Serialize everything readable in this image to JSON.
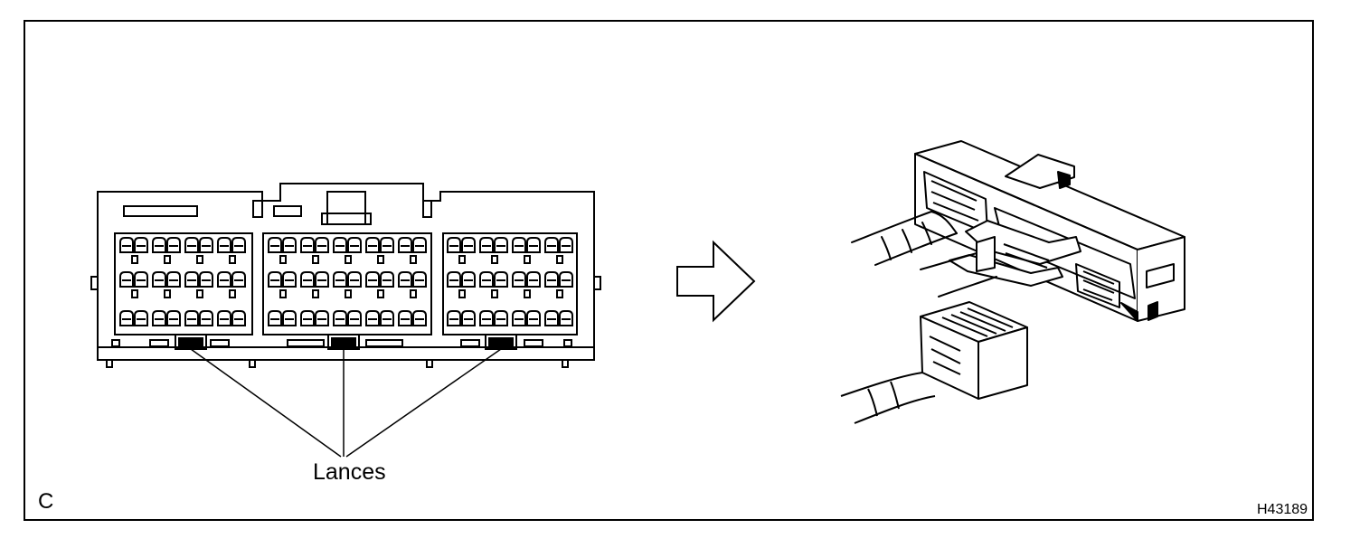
{
  "figure": {
    "panel_letter": "C",
    "figure_code": "H43189",
    "callout_label": "Lances",
    "arrow_direction": "right",
    "line_color": "#000000",
    "background_color": "#ffffff"
  }
}
